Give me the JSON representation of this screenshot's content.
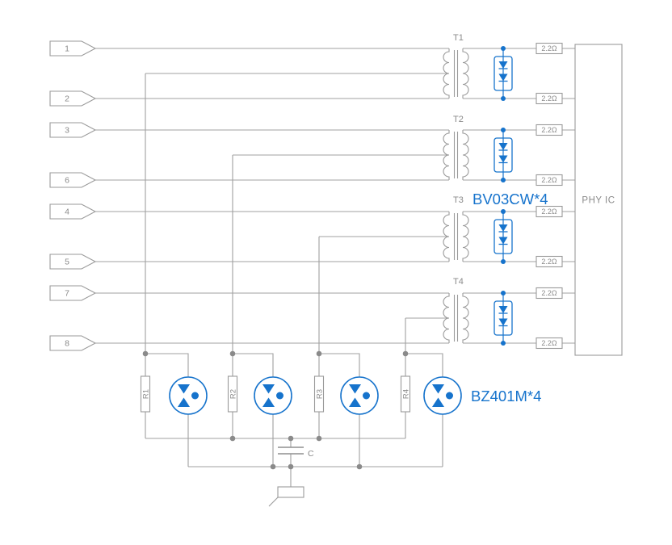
{
  "colors": {
    "accent_blue": "#1673cc",
    "wire_gray": "#a0a0a0",
    "text_gray": "#8a8a8a"
  },
  "left_pins": {
    "labels": [
      "1",
      "2",
      "3",
      "6",
      "4",
      "5",
      "7",
      "8"
    ]
  },
  "transformers": {
    "labels": [
      "T1",
      "T2",
      "T3",
      "T4"
    ]
  },
  "right_section": {
    "series_resistor_value": "2.2Ω",
    "chip_label": "PHY IC",
    "diode_array_part_label": "BV03CW*4"
  },
  "bottom_section": {
    "resistor_labels": [
      "R1",
      "R2",
      "R3",
      "R4"
    ],
    "tvs_part_label": "BZ401M*4",
    "capacitor_label": "C"
  },
  "symbols": {
    "transformer_icon": "dual-coil-with-core",
    "diode_array_icon": "dual-diode-in-box",
    "tvs_icon": "bidirectional-diode-circle",
    "resistor_icon": "rectangle-box",
    "capacitor_icon": "parallel-plates",
    "ground_icon": "chassis-ground"
  }
}
